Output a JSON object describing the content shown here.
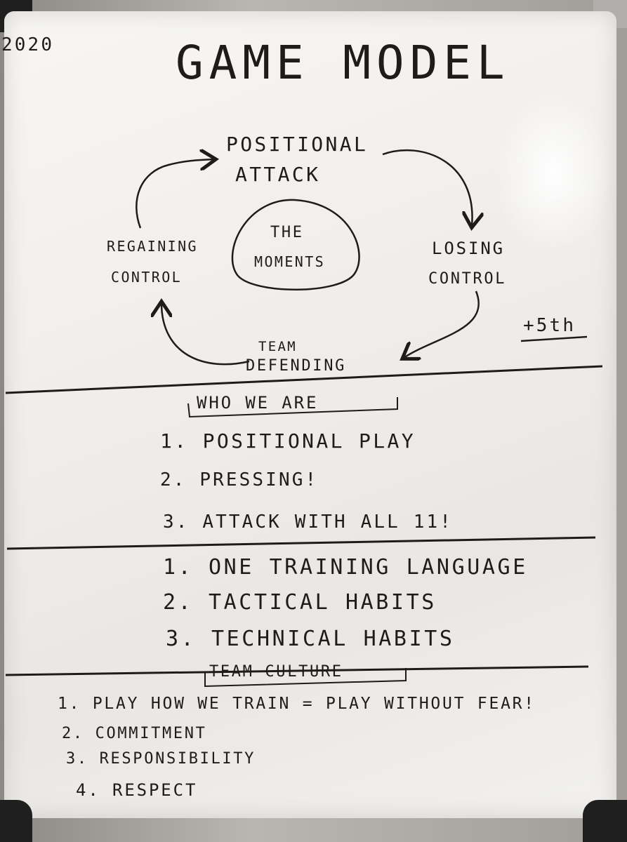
{
  "year": "2020",
  "title": "GAME MODEL",
  "cycle": {
    "top": [
      "POSITIONAL",
      "ATTACK"
    ],
    "right": [
      "LOSING",
      "CONTROL"
    ],
    "bottom": [
      "TEAM",
      "DEFENDING"
    ],
    "left": [
      "REGAINING",
      "CONTROL"
    ],
    "center": [
      "THE",
      "MOMENTS"
    ],
    "note": "+5th"
  },
  "who_we_are": {
    "heading": "WHO WE ARE",
    "items": [
      "1. POSITIONAL PLAY",
      "2. PRESSING!",
      "3. ATTACK WITH ALL 11!"
    ]
  },
  "habits": {
    "items": [
      "1. ONE TRAINING LANGUAGE",
      "2. TACTICAL HABITS",
      "3. TECHNICAL HABITS"
    ]
  },
  "team_culture": {
    "heading": "TEAM CULTURE",
    "items": [
      "1. PLAY HOW WE TRAIN = PLAY WITHOUT FEAR!",
      "2. COMMITMENT",
      "3. RESPONSIBILITY",
      "4. RESPECT"
    ]
  }
}
